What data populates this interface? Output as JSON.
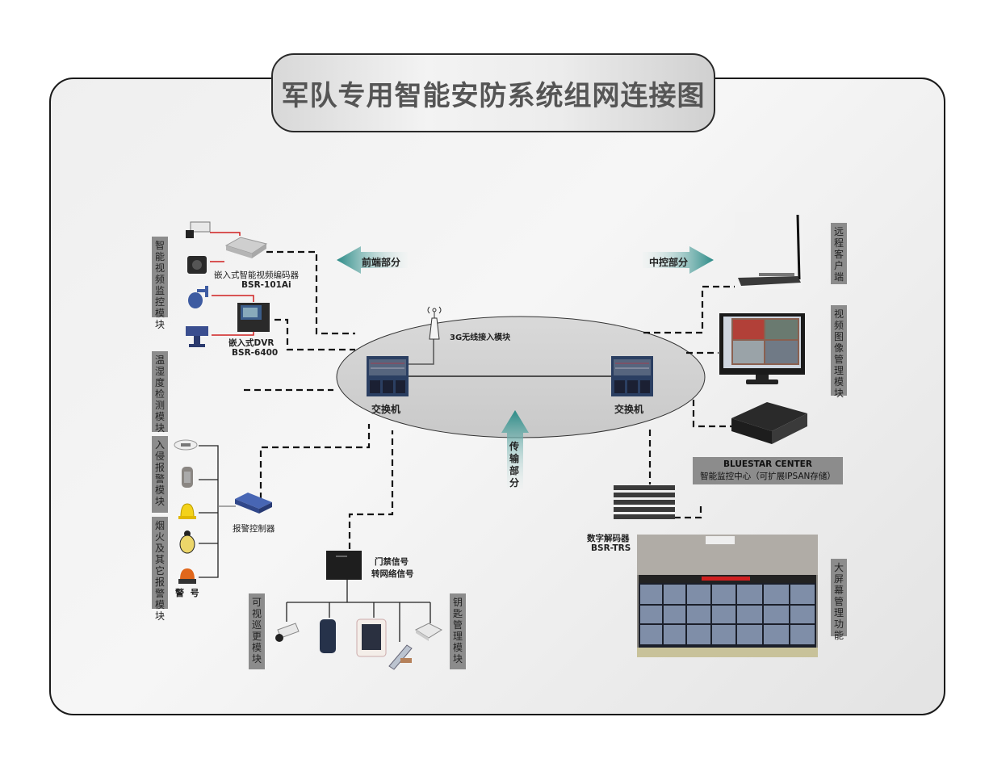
{
  "title": "军队专用智能安防系统组网连接图",
  "arrows": {
    "front": "前端部分",
    "control": "中控部分",
    "transport": "传输部分"
  },
  "colors": {
    "arrow_teal": "#2a8a86",
    "label_bg": "#8c8c8c",
    "ellipse_fill": "#d6d6d6",
    "red_line": "#d02020"
  },
  "network": {
    "wireless": "3G无线接入模块",
    "switch_left": "交换机",
    "switch_right": "交换机"
  },
  "left_modules": {
    "video": "智能视频监控模块",
    "temperature": "温湿度检测模块",
    "intrusion": "入侵报警模块",
    "fire": "烟火及其它报警模块"
  },
  "devices": {
    "encoder_name": "嵌入式智能视频编码器",
    "encoder_model": "BSR-101Ai",
    "dvr_name": "嵌入式DVR",
    "dvr_model": "BSR-6400",
    "alarm_controller": "报警控制器",
    "siren": "警  号",
    "door_line1": "门禁信号",
    "door_line2": "转网络信号",
    "decoder_name": "数字解码器",
    "decoder_model": "BSR-TRS"
  },
  "bottom_modules": {
    "patrol": "可视巡更模块",
    "key": "钥匙管理模块"
  },
  "right_modules": {
    "remote": "远程客户端",
    "video_mgmt": "视频图像管理模块",
    "bigscreen": "大屏幕管理功能"
  },
  "center": {
    "line1": "BLUESTAR CENTER",
    "line2": "智能监控中心（可扩展IPSAN存储）"
  }
}
